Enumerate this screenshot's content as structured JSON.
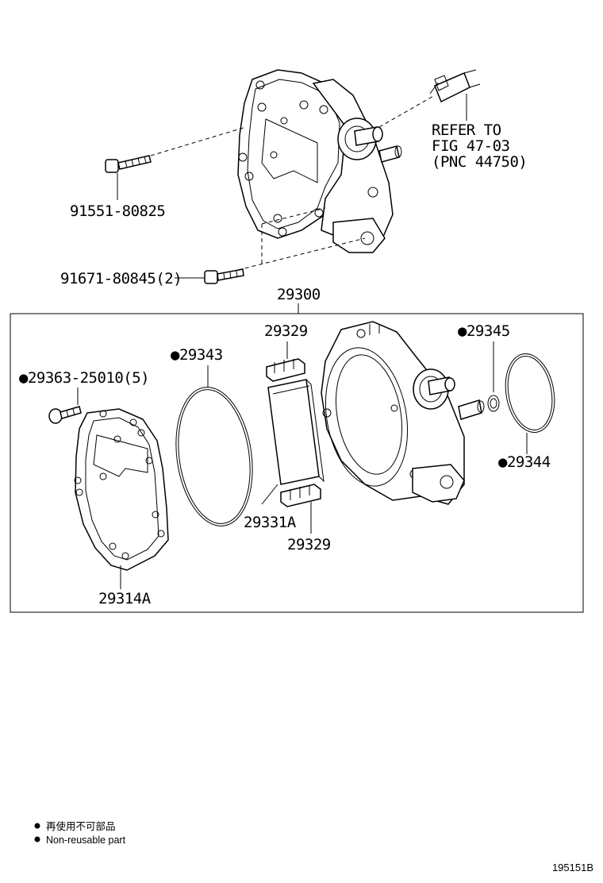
{
  "labels": {
    "bolt_top": "91551-80825",
    "bolt_bottom": "91671-80845(2)",
    "assembly": "29300",
    "refer_line1": "REFER TO",
    "refer_line2": "FIG 47-03",
    "refer_line3": "(PNC 44750)",
    "screw": "29363-25010(5)",
    "oring_large": "29343",
    "vane_top": "29329",
    "vane_rotor": "29331A",
    "vane_bottom": "29329",
    "oring_small": "29345",
    "oring_housing": "29344",
    "cover_gasket": "29314A"
  },
  "legend": {
    "japanese": "再使用不可部品",
    "english": "Non-reusable part"
  },
  "figure_id": "195151B",
  "marker_glyph": "●"
}
